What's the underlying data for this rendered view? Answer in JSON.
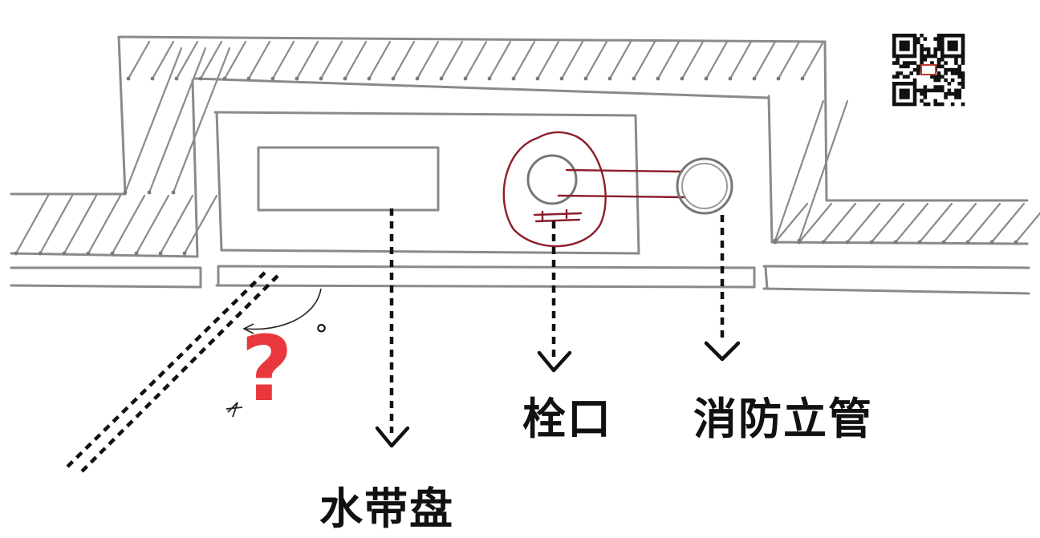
{
  "labels": {
    "hydrant_outlet": "栓口",
    "fire_riser": "消防立管",
    "hose_reel": "水带盘"
  },
  "annotations": {
    "question": "?",
    "degree": "°"
  },
  "colors": {
    "ink": "#111111",
    "wall_sketch": "#8a8a8a",
    "red_marker": "#e8383d",
    "hydrant_ink": "#8b1e2a"
  },
  "icons": {
    "qr": "qr-code-icon",
    "question": "question-mark-icon"
  }
}
